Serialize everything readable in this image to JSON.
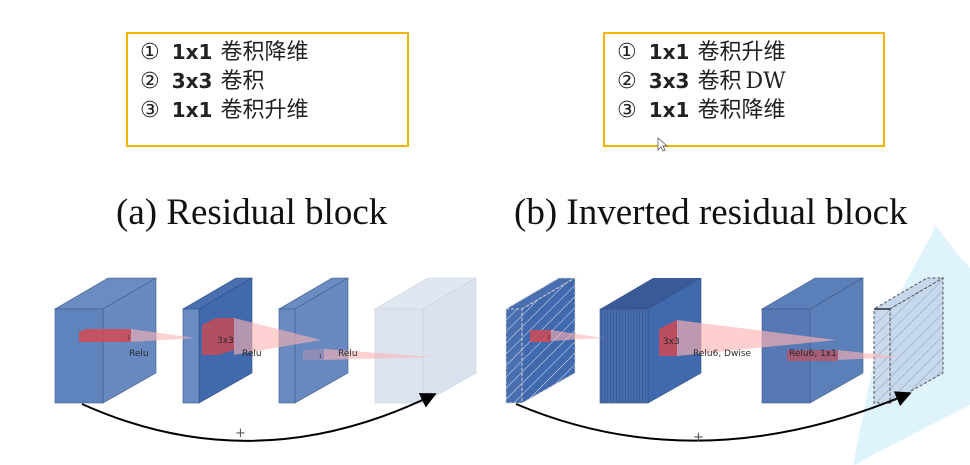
{
  "legend_left": {
    "lines": [
      {
        "num": "①",
        "kernel": "1x1",
        "text": "卷积降维",
        "extra": ""
      },
      {
        "num": "②",
        "kernel": "3x3",
        "text": "卷积",
        "extra": ""
      },
      {
        "num": "③",
        "kernel": "1x1",
        "text": "卷积升维",
        "extra": ""
      }
    ]
  },
  "legend_right": {
    "lines": [
      {
        "num": "①",
        "kernel": "1x1",
        "text": "卷积升维",
        "extra": ""
      },
      {
        "num": "②",
        "kernel": "3x3",
        "text": "卷积",
        "extra": "DW"
      },
      {
        "num": "③",
        "kernel": "1x1",
        "text": "卷积降维",
        "extra": ""
      }
    ]
  },
  "captions": {
    "a": "(a) Residual block",
    "b": "(b) Inverted residual block"
  },
  "residual_block": {
    "labels": {
      "relu1": "Relu",
      "relu2": "Relu",
      "relu3": "Relu",
      "conv": "3x3",
      "k1": "1",
      "k3": "1",
      "plus": "+"
    }
  },
  "inverted_block": {
    "labels": {
      "relu6_dwise": "Relu6, Dwise",
      "relu6_1x1": "Relu6, 1x1",
      "conv": "3x3",
      "k1": "1",
      "plus": "+"
    }
  },
  "colors": {
    "legend_border": "#f0b400",
    "block_blue": "#5b7fb8",
    "block_dark": "#4169ad",
    "block_light": "#dae2ef",
    "kernel_red": "#d9474b",
    "highlight_cyan": "#dff3fd"
  }
}
